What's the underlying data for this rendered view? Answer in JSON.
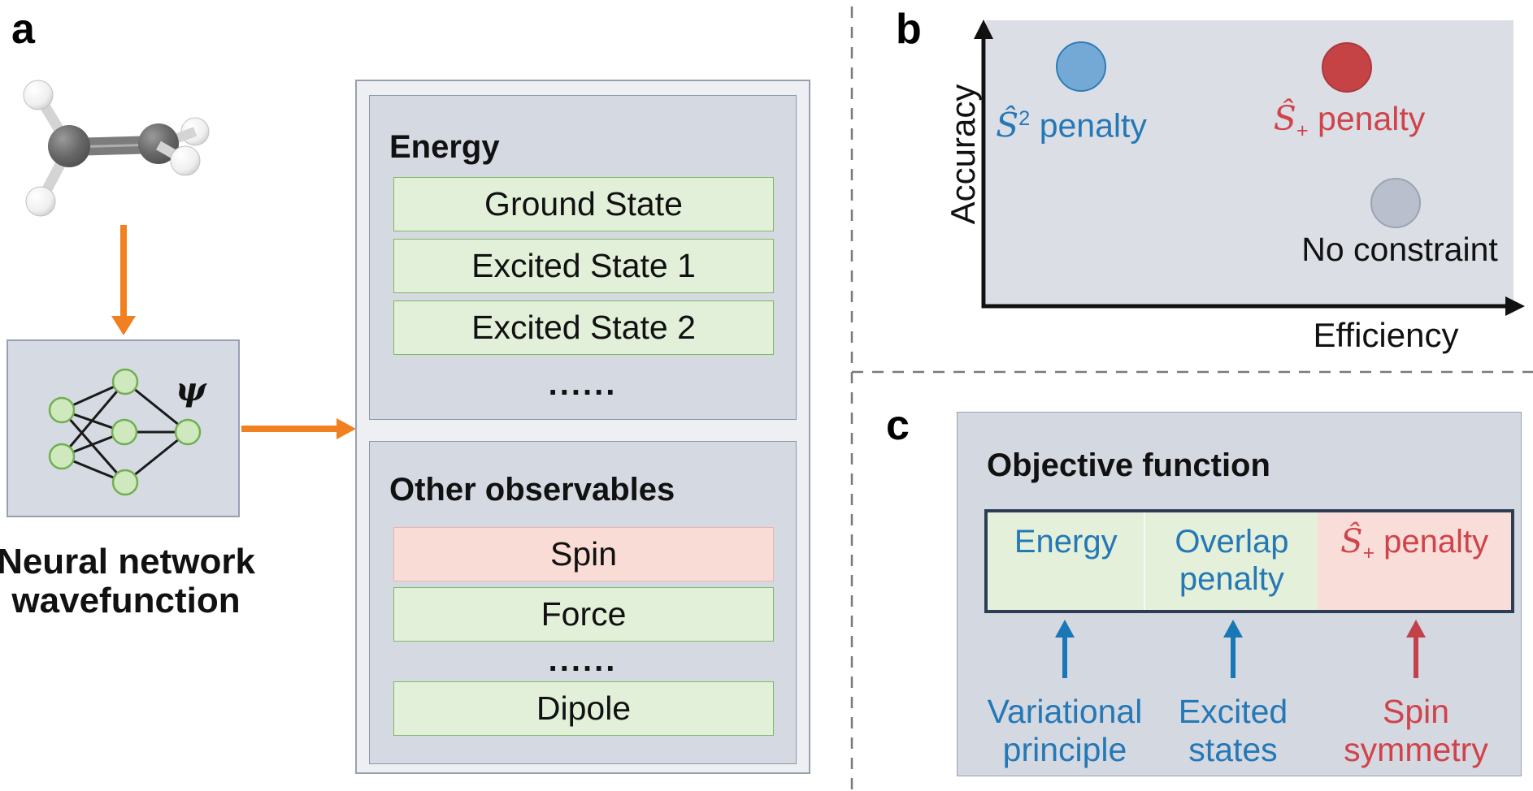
{
  "colors": {
    "accent_orange": "#f08020",
    "panel_box_bg": "#d5d9e2",
    "outer_box_bg": "#edeff3",
    "box_border": "#97a0b2",
    "green_fill": "#e3f0d9",
    "green_border": "#7fba63",
    "pink_fill": "#fadcd6",
    "pink_border": "#edb3ab",
    "plot_bg": "#dbdee5",
    "blue_text": "#2578b6",
    "red_text": "#d0434b",
    "blue_dot": "#74a9d6",
    "red_dot": "#c64345",
    "grey_dot": "#b9bfcc",
    "bar_border": "#2d3e54"
  },
  "panel_a": {
    "label": "a",
    "molecule": "ethylene-ball-and-stick-model",
    "psi": "ψ",
    "caption": {
      "line1": "Neural network",
      "line2": "wavefunction"
    },
    "energy": {
      "title": "Energy",
      "rows": [
        "Ground State",
        "Excited State 1",
        "Excited State 2"
      ],
      "ellipsis": "......"
    },
    "observables": {
      "title": "Other observables",
      "row_spin": "Spin",
      "row_force": "Force",
      "ellipsis": "......",
      "row_dipole": "Dipole"
    }
  },
  "panel_b": {
    "label": "b",
    "y_axis": "Accuracy",
    "x_axis": "Efficiency",
    "point_s2": {
      "symbol": "Ŝ",
      "sup": "2",
      "rest": " penalty"
    },
    "point_splus": {
      "symbol": "Ŝ",
      "sub": "+",
      "rest": " penalty"
    },
    "point_none": {
      "label": "No constraint"
    }
  },
  "panel_c": {
    "label": "c",
    "title": "Objective function",
    "segments": {
      "energy": "Energy",
      "overlap": {
        "line1": "Overlap",
        "line2": "penalty"
      },
      "splus": {
        "symbol": "Ŝ",
        "sub": "+",
        "rest": " penalty"
      }
    },
    "annotations": {
      "variational": {
        "line1": "Variational",
        "line2": "principle"
      },
      "excited": {
        "line1": "Excited",
        "line2": "states"
      },
      "spin": {
        "line1": "Spin",
        "line2": "symmetry"
      }
    }
  }
}
